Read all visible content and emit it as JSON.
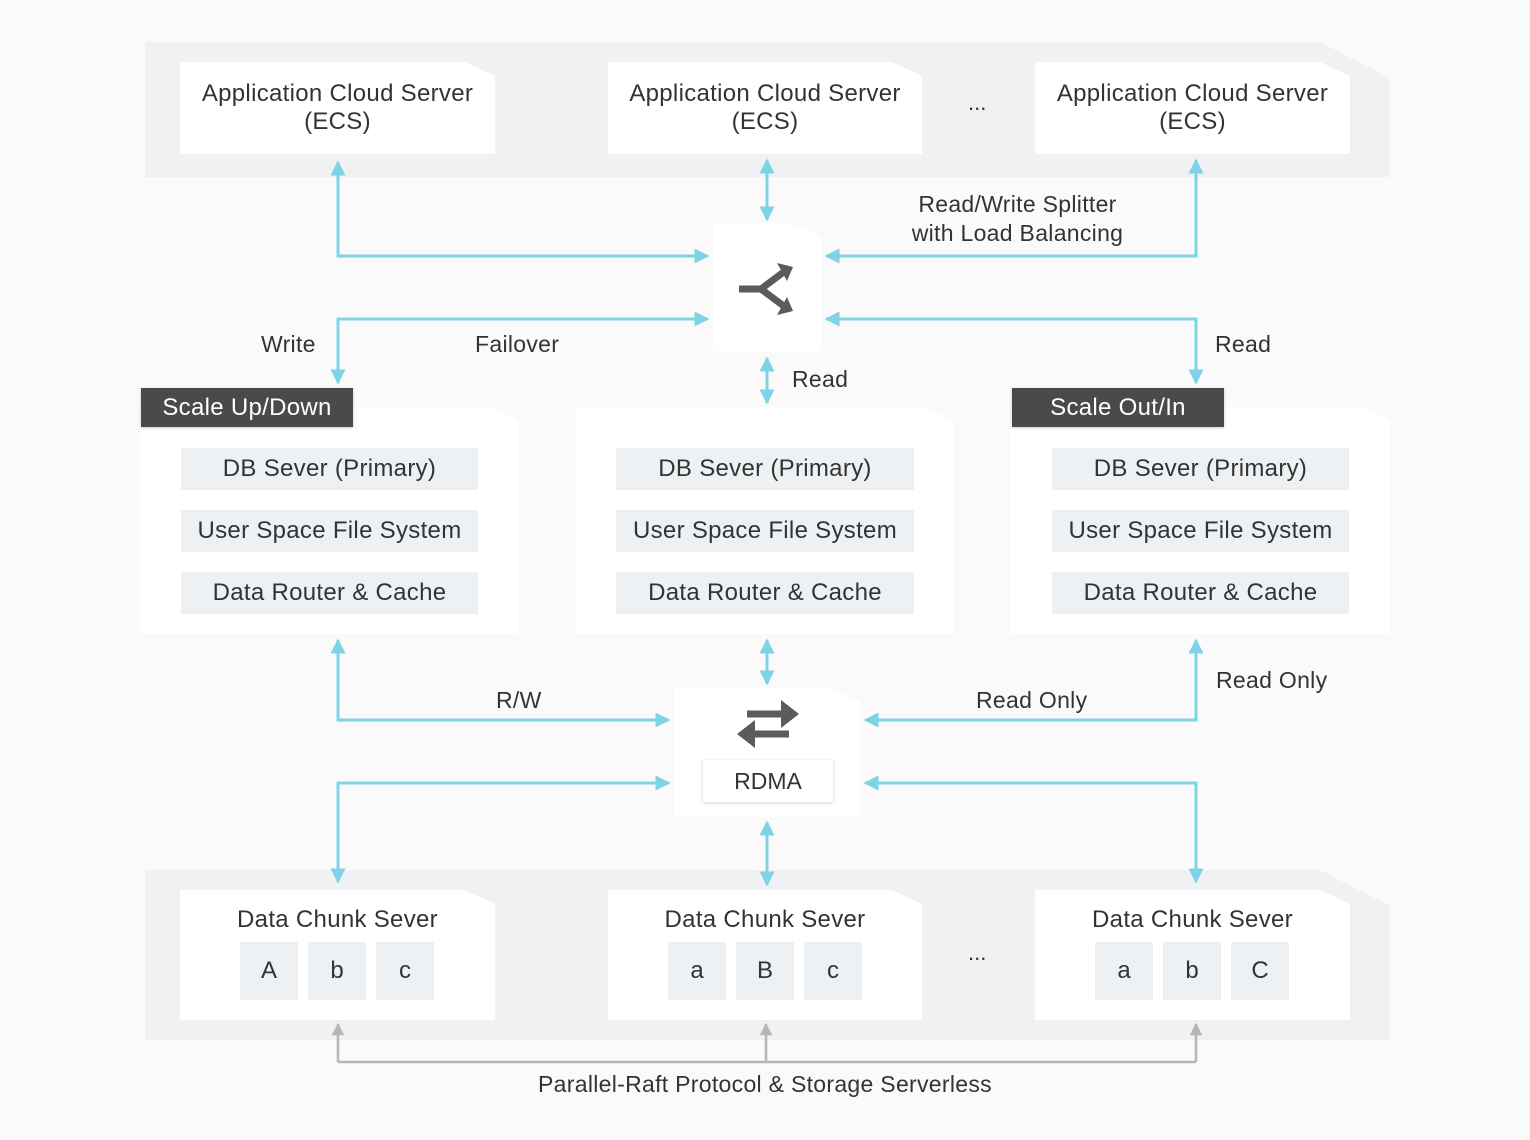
{
  "app_servers": [
    {
      "line1": "Application Cloud Server",
      "line2": "(ECS)"
    },
    {
      "line1": "Application Cloud Server",
      "line2": "(ECS)"
    },
    {
      "line1": "Application Cloud Server",
      "line2": "(ECS)"
    }
  ],
  "ellipsis": "...",
  "splitter": {
    "label_line1": "Read/Write Splitter",
    "label_line2": "with Load Balancing",
    "icon": "split-arrows-icon"
  },
  "edge_labels": {
    "write": "Write",
    "failover": "Failover",
    "read_center": "Read",
    "read_right": "Read",
    "rw": "R/W",
    "read_only_center": "Read Only",
    "read_only_right": "Read Only"
  },
  "tags": {
    "scale_up": "Scale Up/Down",
    "scale_out": "Scale Out/In"
  },
  "db_servers": [
    {
      "layers": [
        "DB Sever (Primary)",
        "User Space File System",
        "Data Router & Cache"
      ]
    },
    {
      "layers": [
        "DB Sever (Primary)",
        "User Space File System",
        "Data Router & Cache"
      ]
    },
    {
      "layers": [
        "DB Sever (Primary)",
        "User Space File System",
        "Data Router & Cache"
      ]
    }
  ],
  "rdma": {
    "label": "RDMA",
    "icon": "swap-arrows-icon"
  },
  "chunk_servers": [
    {
      "title": "Data Chunk Sever",
      "chunks": [
        "A",
        "b",
        "c"
      ]
    },
    {
      "title": "Data Chunk Sever",
      "chunks": [
        "a",
        "B",
        "c"
      ]
    },
    {
      "title": "Data Chunk Sever",
      "chunks": [
        "a",
        "b",
        "C"
      ]
    }
  ],
  "footer": "Parallel-Raft Protocol & Storage Serverless",
  "colors": {
    "arrow": "#7fd3e6",
    "gray_arrow": "#b5b5b5",
    "band": "#eff1f2",
    "tag": "#4a4a4a"
  }
}
